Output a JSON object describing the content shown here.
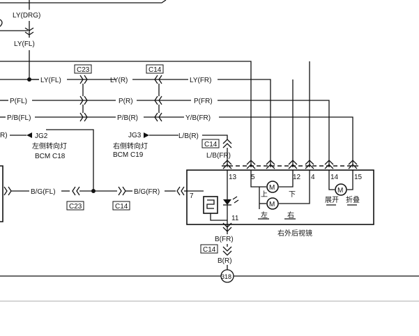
{
  "wires": {
    "ly_drg": "LY(DRG)",
    "ly_fl_top": "LY(FL)",
    "ly_fl": "LY(FL)",
    "ly_r": "LY(R)",
    "ly_fr": "LY(FR)",
    "p_fl": "P(FL)",
    "p_r": "P(R)",
    "p_fr": "P(FR)",
    "pb_fl": "P/B(FL)",
    "pb_r": "P/B(R)",
    "yb_fr": "Y/B(FR)",
    "r_left": "R)",
    "lb_r": "L/B(R)",
    "lb_fr": "L/B(FR)",
    "bg_fl": "B/G(FL)",
    "bg_fr": "B/G(FR)",
    "b_fr": "B(FR)",
    "b_r": "B(R)"
  },
  "connectors": {
    "c23_top": "C23",
    "c14_top": "C14",
    "c14_mid": "C14",
    "c23_bottom": "C23",
    "c14_bottom": "C14",
    "c14_ground": "C14"
  },
  "junctions": {
    "jg2": "JG2",
    "jg2_desc": "左侧转向灯",
    "jg2_bcm": "BCM C18",
    "jg3": "JG3",
    "jg3_desc": "右侧转向灯",
    "jg3_bcm": "BCM C19"
  },
  "mirror": {
    "pins": [
      "13",
      "5",
      "12",
      "4",
      "14",
      "15"
    ],
    "pin7": "7",
    "pin11": "11",
    "up": "上",
    "down": "下",
    "left": "左",
    "right": "右",
    "unfold": "展开",
    "fold": "折叠",
    "motor": "M",
    "name": "右外后视镜"
  },
  "ground": {
    "label": "318"
  }
}
